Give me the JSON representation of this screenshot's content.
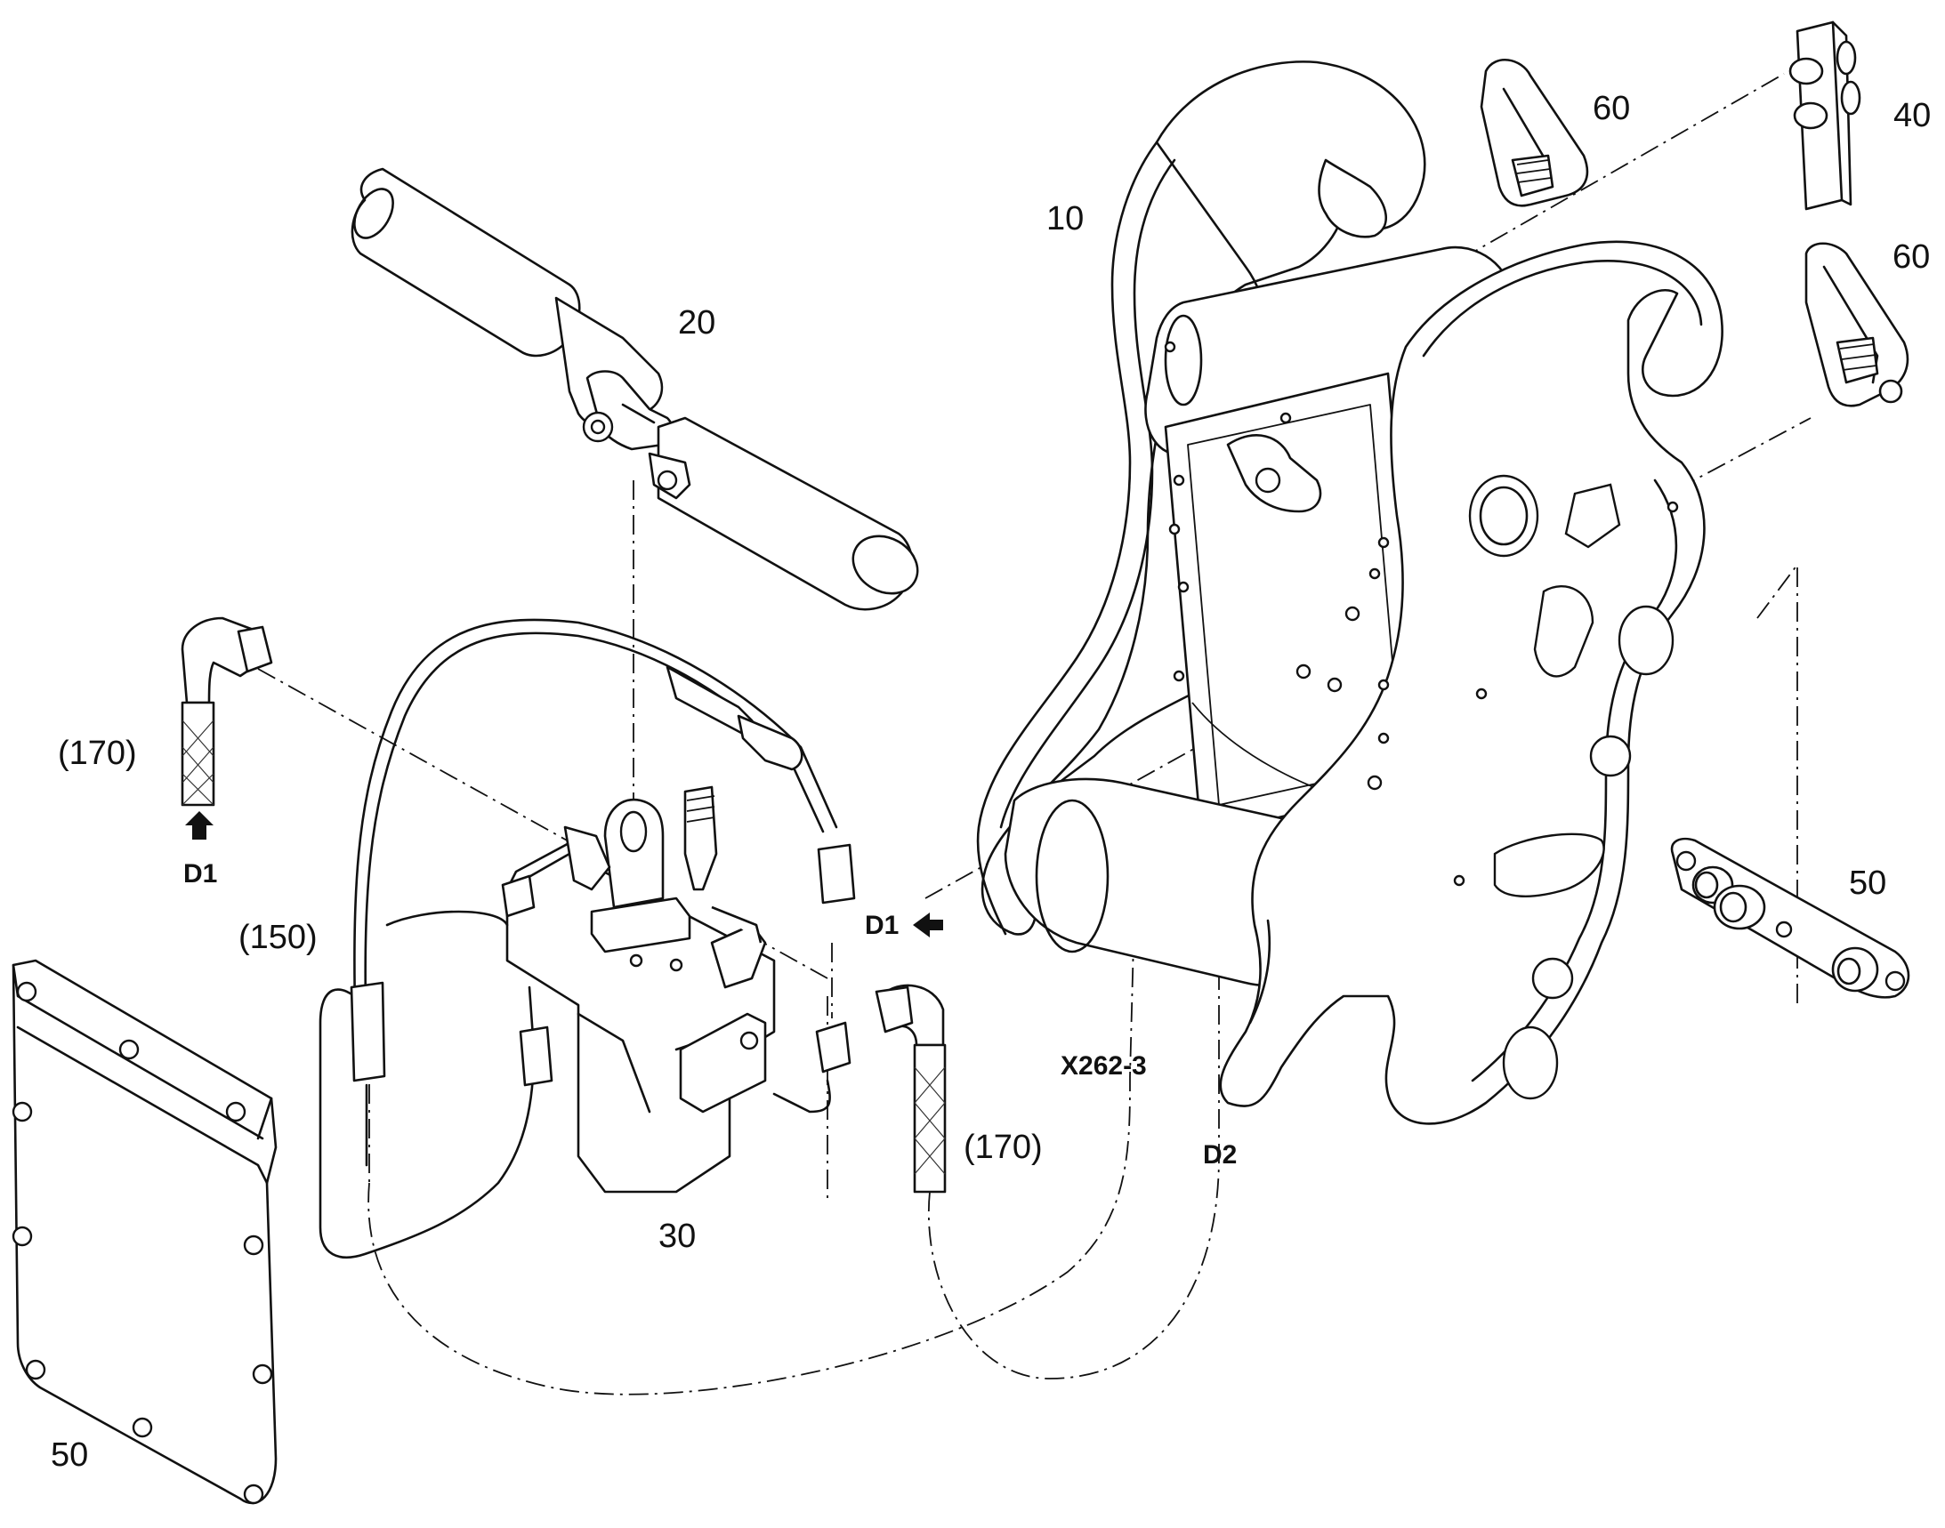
{
  "labels": {
    "part_10": "10",
    "part_20": "20",
    "part_30": "30",
    "part_40": "40",
    "part_50_left": "50",
    "part_50_right": "50",
    "part_60_top": "60",
    "part_60_mid": "60",
    "part_150": "(150)",
    "part_170_left": "(170)",
    "part_170_right": "(170)",
    "conn_d1_left": "D1",
    "conn_d1_center": "D1",
    "conn_d2": "D2",
    "conn_x262": "X262-3"
  }
}
